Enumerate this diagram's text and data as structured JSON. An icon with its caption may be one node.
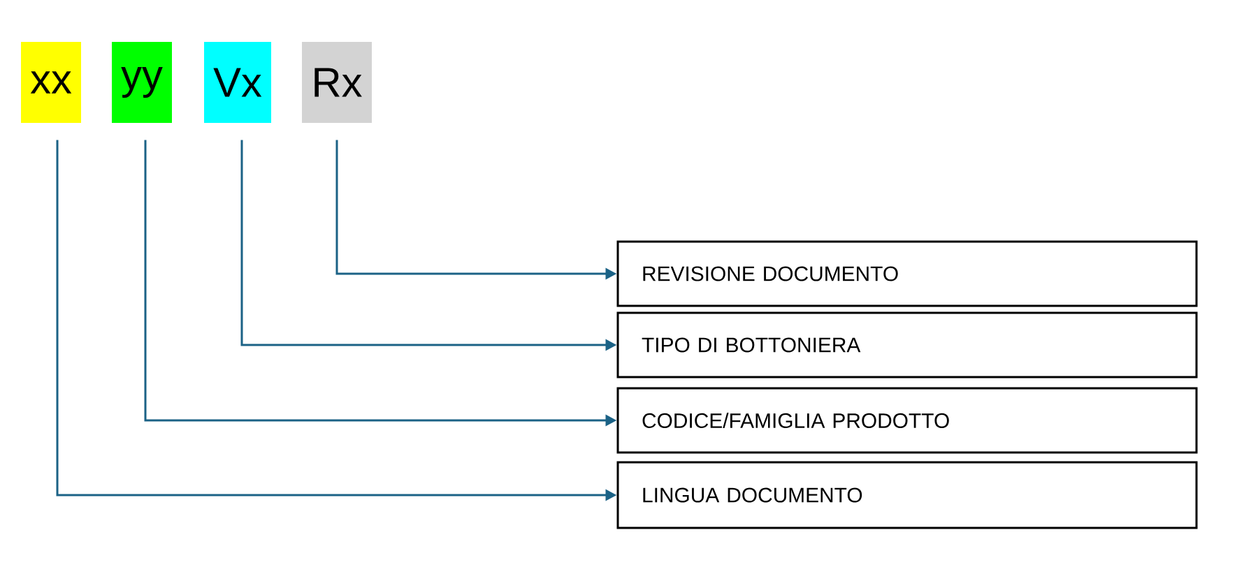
{
  "diagram": {
    "nodes": [
      {
        "text": [
          "xx"
        ]
      },
      {
        "text": [
          "yy"
        ]
      },
      {
        "text": [
          "Vx"
        ]
      },
      {
        "text": [
          "Rx"
        ]
      },
      {
        "text": [
          "REVISIONE DOCUMENTO"
        ]
      },
      {
        "text": [
          "TIPO DI BOTTONIERA"
        ]
      },
      {
        "text": [
          "CODICE/FAMIGLIA PRODOTTO"
        ]
      },
      {
        "text": [
          "LINGUA DOCUMENTO"
        ]
      }
    ],
    "edges": [
      {
        "from": 3,
        "to": 4,
        "arrow": "to"
      },
      {
        "from": 2,
        "to": 5,
        "arrow": "to"
      },
      {
        "from": 1,
        "to": 6,
        "arrow": "to"
      },
      {
        "from": 0,
        "to": 7,
        "arrow": "to"
      }
    ]
  }
}
